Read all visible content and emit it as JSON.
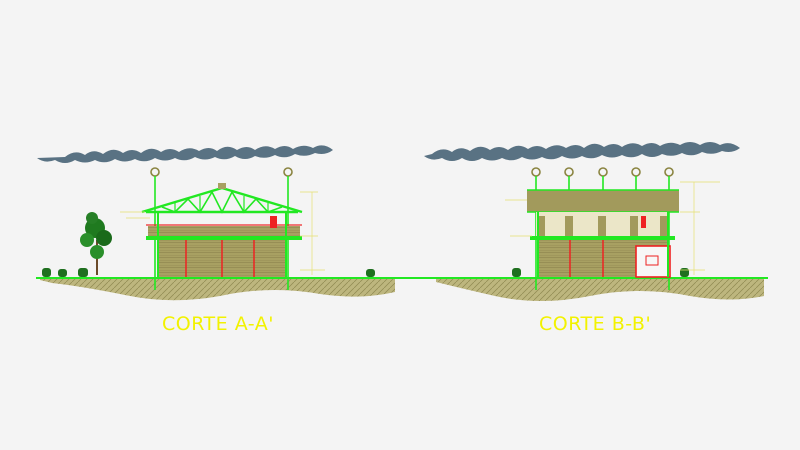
{
  "sections": [
    {
      "id": "a",
      "title": "CORTE A-A'"
    },
    {
      "id": "b",
      "title": "CORTE B-B'"
    }
  ],
  "colors": {
    "background": "#f4f4f4",
    "title_yellow": "#f2f200",
    "structure_green": "#22e822",
    "accent_red": "#ee2222",
    "ground_hatch": "#b9b279",
    "wall_brick": "#a29a5c",
    "cloud_blue": "#3d5a6e",
    "tree_green": "#1f7a1f",
    "dimension_line": "#e6e070"
  }
}
